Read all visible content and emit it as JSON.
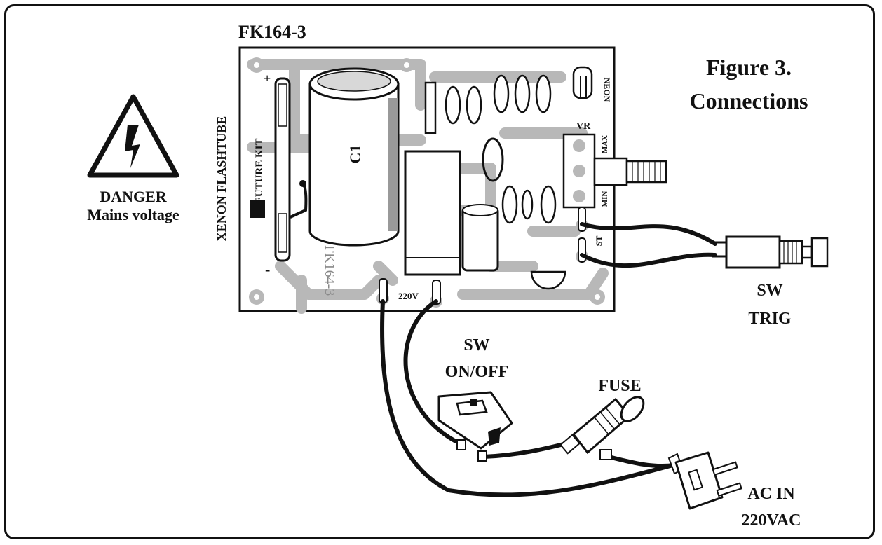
{
  "board_name": "FK164-3",
  "figure": {
    "number": "Figure 3.",
    "caption": "Connections"
  },
  "warning": {
    "title": "DANGER",
    "subtitle": "Mains voltage",
    "icon": "high-voltage-warning-icon"
  },
  "flashtube_label": "XENON FLASHTUBE",
  "pcb": {
    "capacitor_label": "C1",
    "brand": "FUTURE KIT",
    "silkscreen": "FK164-3",
    "plus_mark": "+",
    "minus_mark": "-",
    "neon_label": "NEON",
    "vr_label": "VR",
    "max_label": "MAX",
    "min_label": "MIN",
    "st_label": "ST",
    "mains_label": "220V"
  },
  "parts": {
    "sw_trig": {
      "line1": "SW",
      "line2": "TRIG"
    },
    "sw_onoff": {
      "line1": "SW",
      "line2": "ON/OFF"
    },
    "fuse": {
      "label": "FUSE"
    },
    "ac_in": {
      "line1": "AC IN",
      "line2": "220VAC"
    }
  },
  "colors": {
    "trace": "#b8b8b8",
    "ink": "#111111",
    "board": "#ffffff"
  }
}
